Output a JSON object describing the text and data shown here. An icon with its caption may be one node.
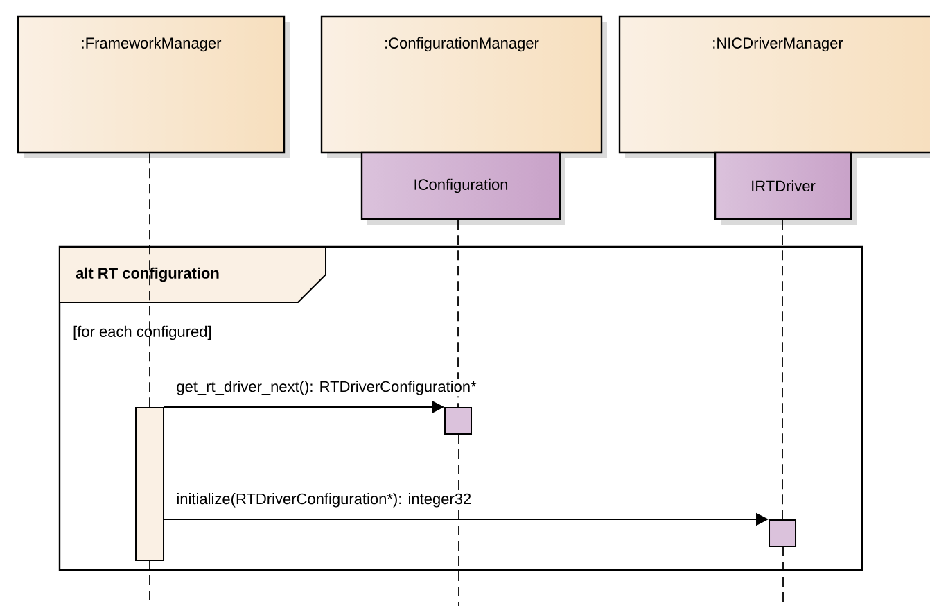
{
  "diagram": {
    "nodes": [
      {
        "text": [
          ":FrameworkManager"
        ]
      },
      {
        "text": [
          ":ConfigurationManager"
        ]
      },
      {
        "text": [
          ":NICDriverManager"
        ]
      },
      {
        "text": [
          "IConfiguration"
        ]
      },
      {
        "text": [
          "IRTDriver"
        ]
      },
      {
        "text": [
          "alt RT configuration",
          "[for each configured]"
        ]
      },
      {
        "text": [],
        "shape": "bar",
        "in": 5
      },
      {
        "text": [],
        "shape": "bar",
        "in": 5
      },
      {
        "text": [],
        "shape": "bar",
        "in": 5
      }
    ],
    "edges": [
      {
        "from": 0,
        "to": 6,
        "arrow": "none",
        "style": "dashed"
      },
      {
        "from": 3,
        "to": 7,
        "arrow": "none",
        "style": "dashed"
      },
      {
        "from": 4,
        "to": 8,
        "arrow": "none",
        "style": "dashed"
      },
      {
        "from": 6,
        "to": 7,
        "arrow": "to",
        "label": "get_rt_driver_next(): RTDriverConfiguration*"
      },
      {
        "from": 6,
        "to": 8,
        "arrow": "to",
        "label": "initialize(RTDriverConfiguration*): integer32"
      }
    ]
  }
}
